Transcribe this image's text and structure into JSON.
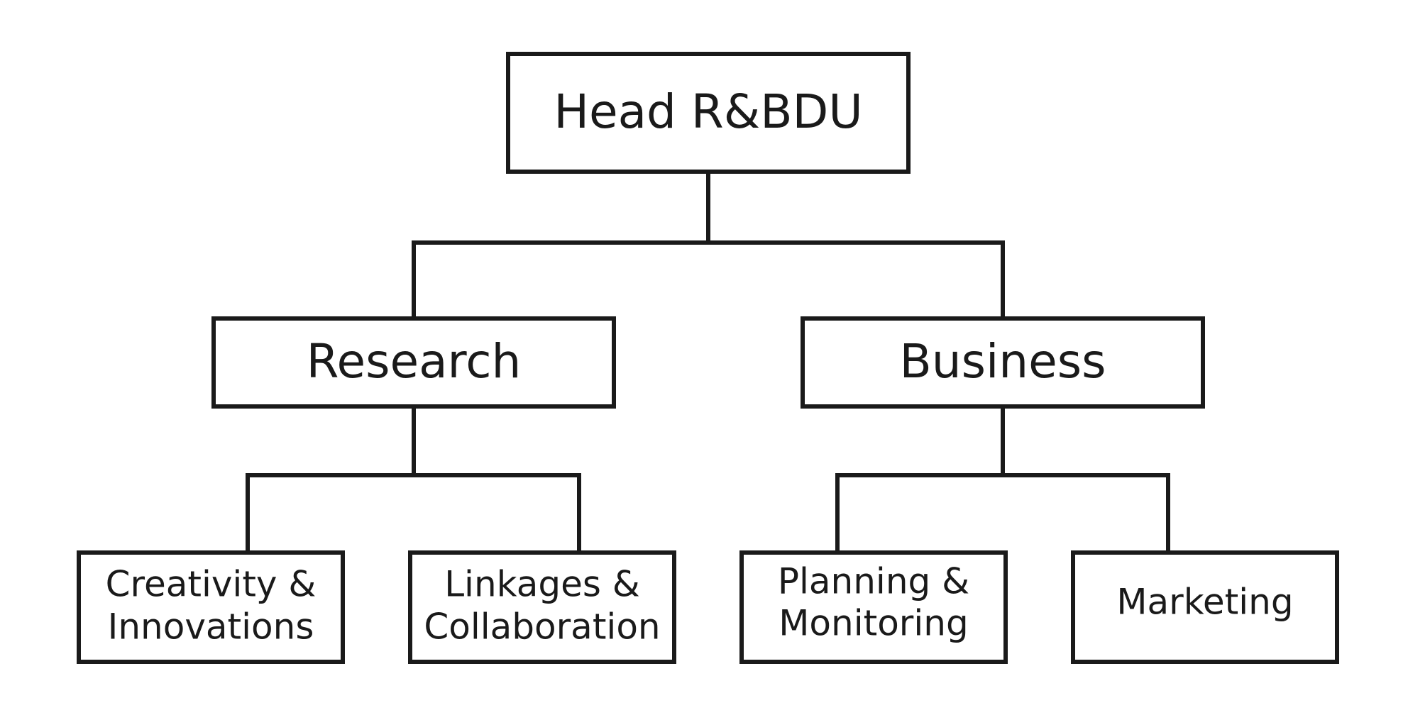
{
  "org_chart": {
    "root": {
      "label": "Head R&BDU",
      "children": [
        {
          "label": "Research",
          "children": [
            {
              "label_lines": [
                "Creativity &",
                "Innovations"
              ]
            },
            {
              "label_lines": [
                "Linkages &",
                "Collaboration"
              ]
            }
          ]
        },
        {
          "label": "Business",
          "children": [
            {
              "label_lines": [
                "Planning &",
                "Monitoring"
              ]
            },
            {
              "label_lines": [
                "Marketing"
              ]
            }
          ]
        }
      ]
    }
  }
}
